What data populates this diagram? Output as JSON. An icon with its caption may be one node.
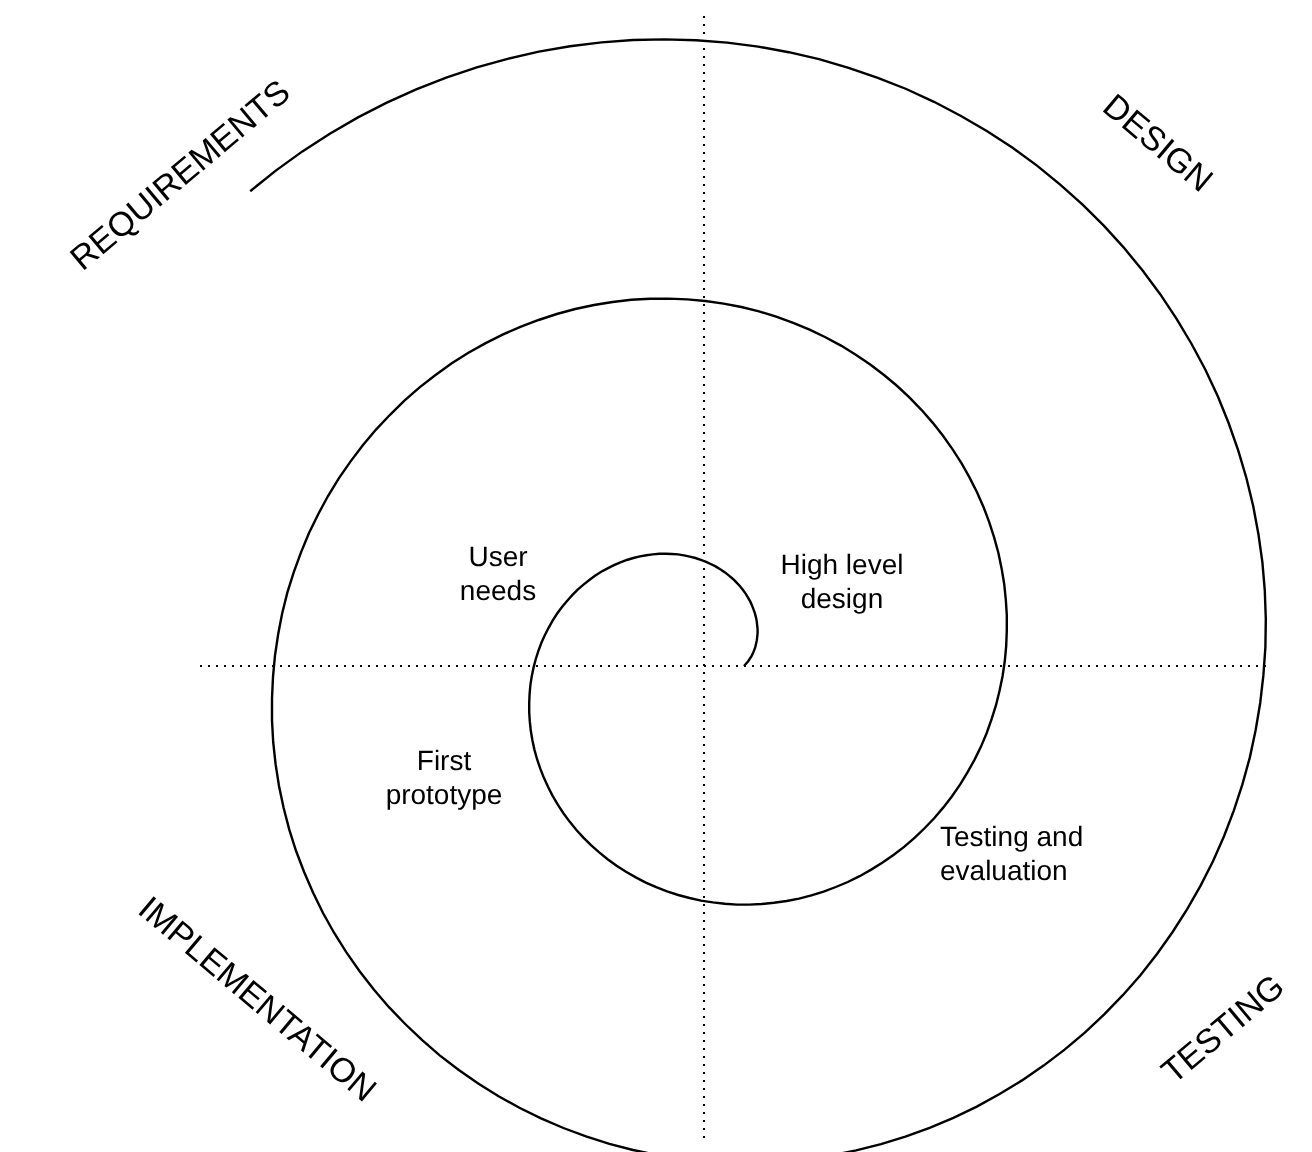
{
  "diagram": {
    "labels": [
      "REQUIREMENTS",
      "DESIGN",
      "User needs",
      "High level design",
      "First prototype",
      "Testing and evaluation",
      "IMPLEMENTATION",
      "TESTING"
    ]
  }
}
